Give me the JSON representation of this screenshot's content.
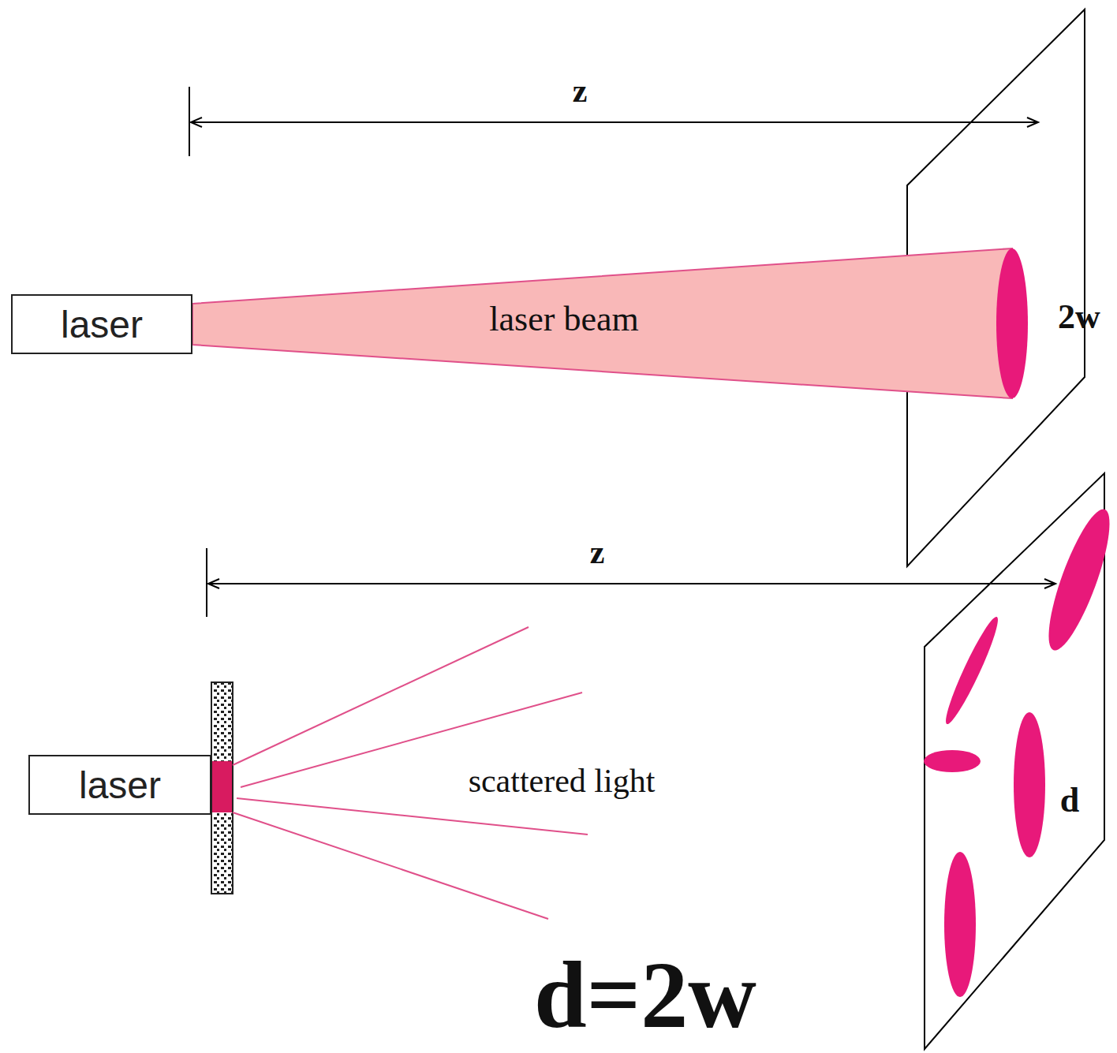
{
  "diagram": {
    "nodes": [
      {
        "text": [
          "laser"
        ]
      },
      {
        "text": [
          "laser"
        ]
      }
    ],
    "labels": [
      "z",
      "laser beam",
      "2w",
      "z",
      "scattered light",
      "d",
      "d=2w"
    ]
  }
}
